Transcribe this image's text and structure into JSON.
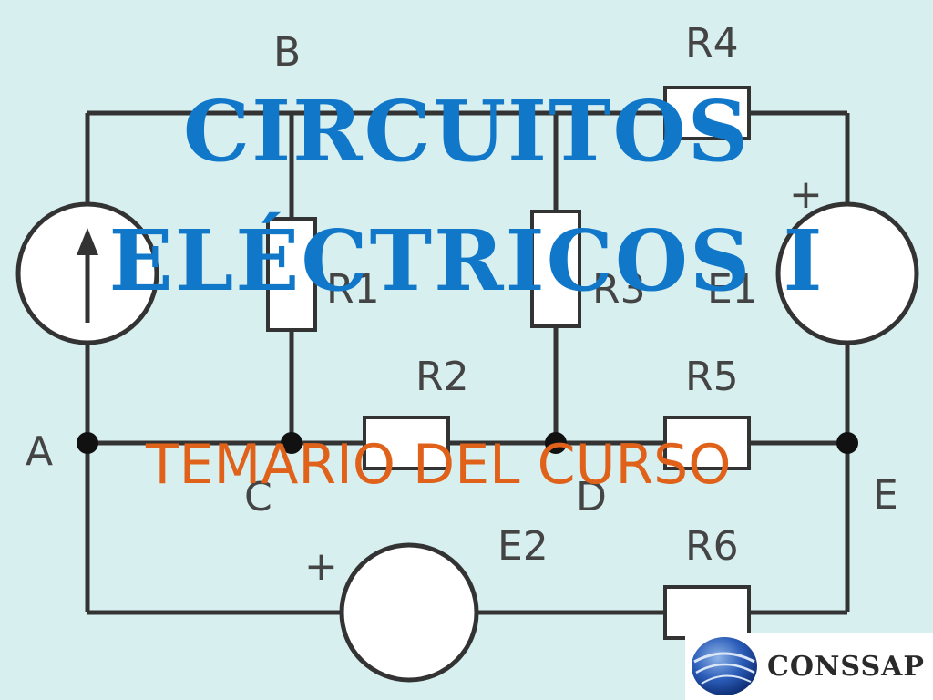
{
  "title": {
    "line1": "CIRCUITOS",
    "line2": "ELÉCTRICOS I"
  },
  "subtitle": "TEMARIO DEL CURSO",
  "logo": {
    "text": "CONSSAP"
  },
  "colors": {
    "background": "#d8efef",
    "title": "#1077c9",
    "subtitle": "#e0621a",
    "wire": "#333333"
  },
  "circuit": {
    "nodes": [
      "A",
      "B",
      "C",
      "D",
      "E"
    ],
    "components": [
      "R1",
      "R2",
      "R3",
      "R4",
      "R5",
      "R6",
      "E1",
      "E2"
    ],
    "polarity_mark": "+"
  }
}
